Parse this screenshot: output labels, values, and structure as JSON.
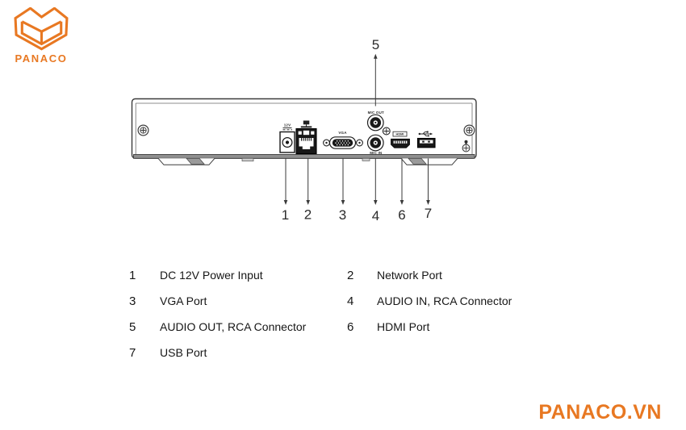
{
  "brand": {
    "logo_text": "PANACO",
    "website_text": "PANACO.VN",
    "accent_color": "#E87822"
  },
  "device": {
    "port_labels": {
      "power": "12V",
      "vga": "VGA",
      "mic_out": "MIC OUT",
      "mic_in": "MIC IN",
      "hdmi": "HDMI"
    },
    "callouts": {
      "top": {
        "num": "5"
      },
      "bottom": [
        {
          "num": "1"
        },
        {
          "num": "2"
        },
        {
          "num": "3"
        },
        {
          "num": "4"
        },
        {
          "num": "6"
        },
        {
          "num": "7"
        }
      ]
    }
  },
  "legend": {
    "items": [
      {
        "num": "1",
        "label": "DC 12V Power Input"
      },
      {
        "num": "2",
        "label": "Network Port"
      },
      {
        "num": "3",
        "label": "VGA Port"
      },
      {
        "num": "4",
        "label": "AUDIO IN, RCA Connector"
      },
      {
        "num": "5",
        "label": "AUDIO OUT, RCA Connector"
      },
      {
        "num": "6",
        "label": "HDMI Port"
      },
      {
        "num": "7",
        "label": "USB Port"
      }
    ]
  }
}
